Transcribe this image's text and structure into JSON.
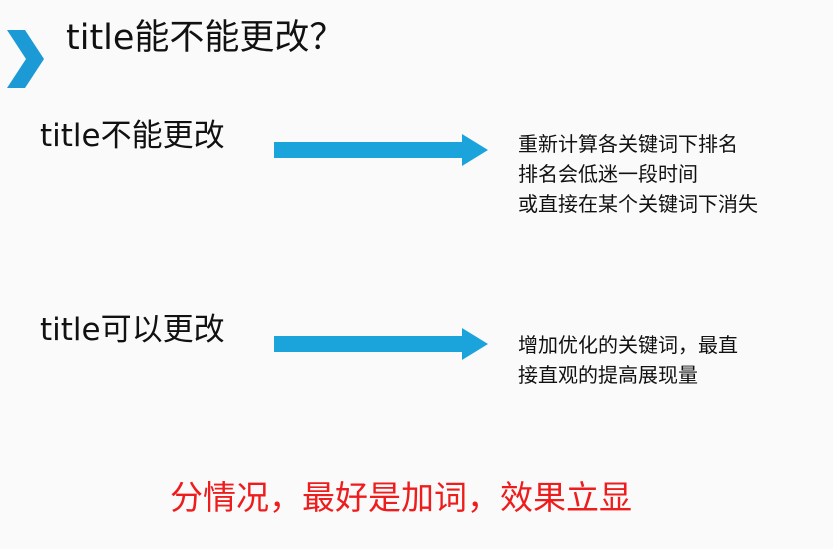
{
  "title": "title能不能更改？",
  "cases": [
    {
      "label": "title不能更改",
      "result_lines": [
        "重新计算各关键词下排名",
        "排名会低迷一段时间",
        "或直接在某个关键词下消失"
      ]
    },
    {
      "label": "title可以更改",
      "result_lines": [
        "增加优化的关键词，最直",
        "接直观的提高展现量"
      ]
    }
  ],
  "conclusion": "分情况，最好是加词，效果立显",
  "colors": {
    "accent": "#1b9ad6",
    "arrow": "#1ba3dc",
    "conclusion": "#ee1c1c"
  },
  "icons": {
    "title_marker": "chevron-right-icon",
    "connector": "arrow-right-icon"
  }
}
